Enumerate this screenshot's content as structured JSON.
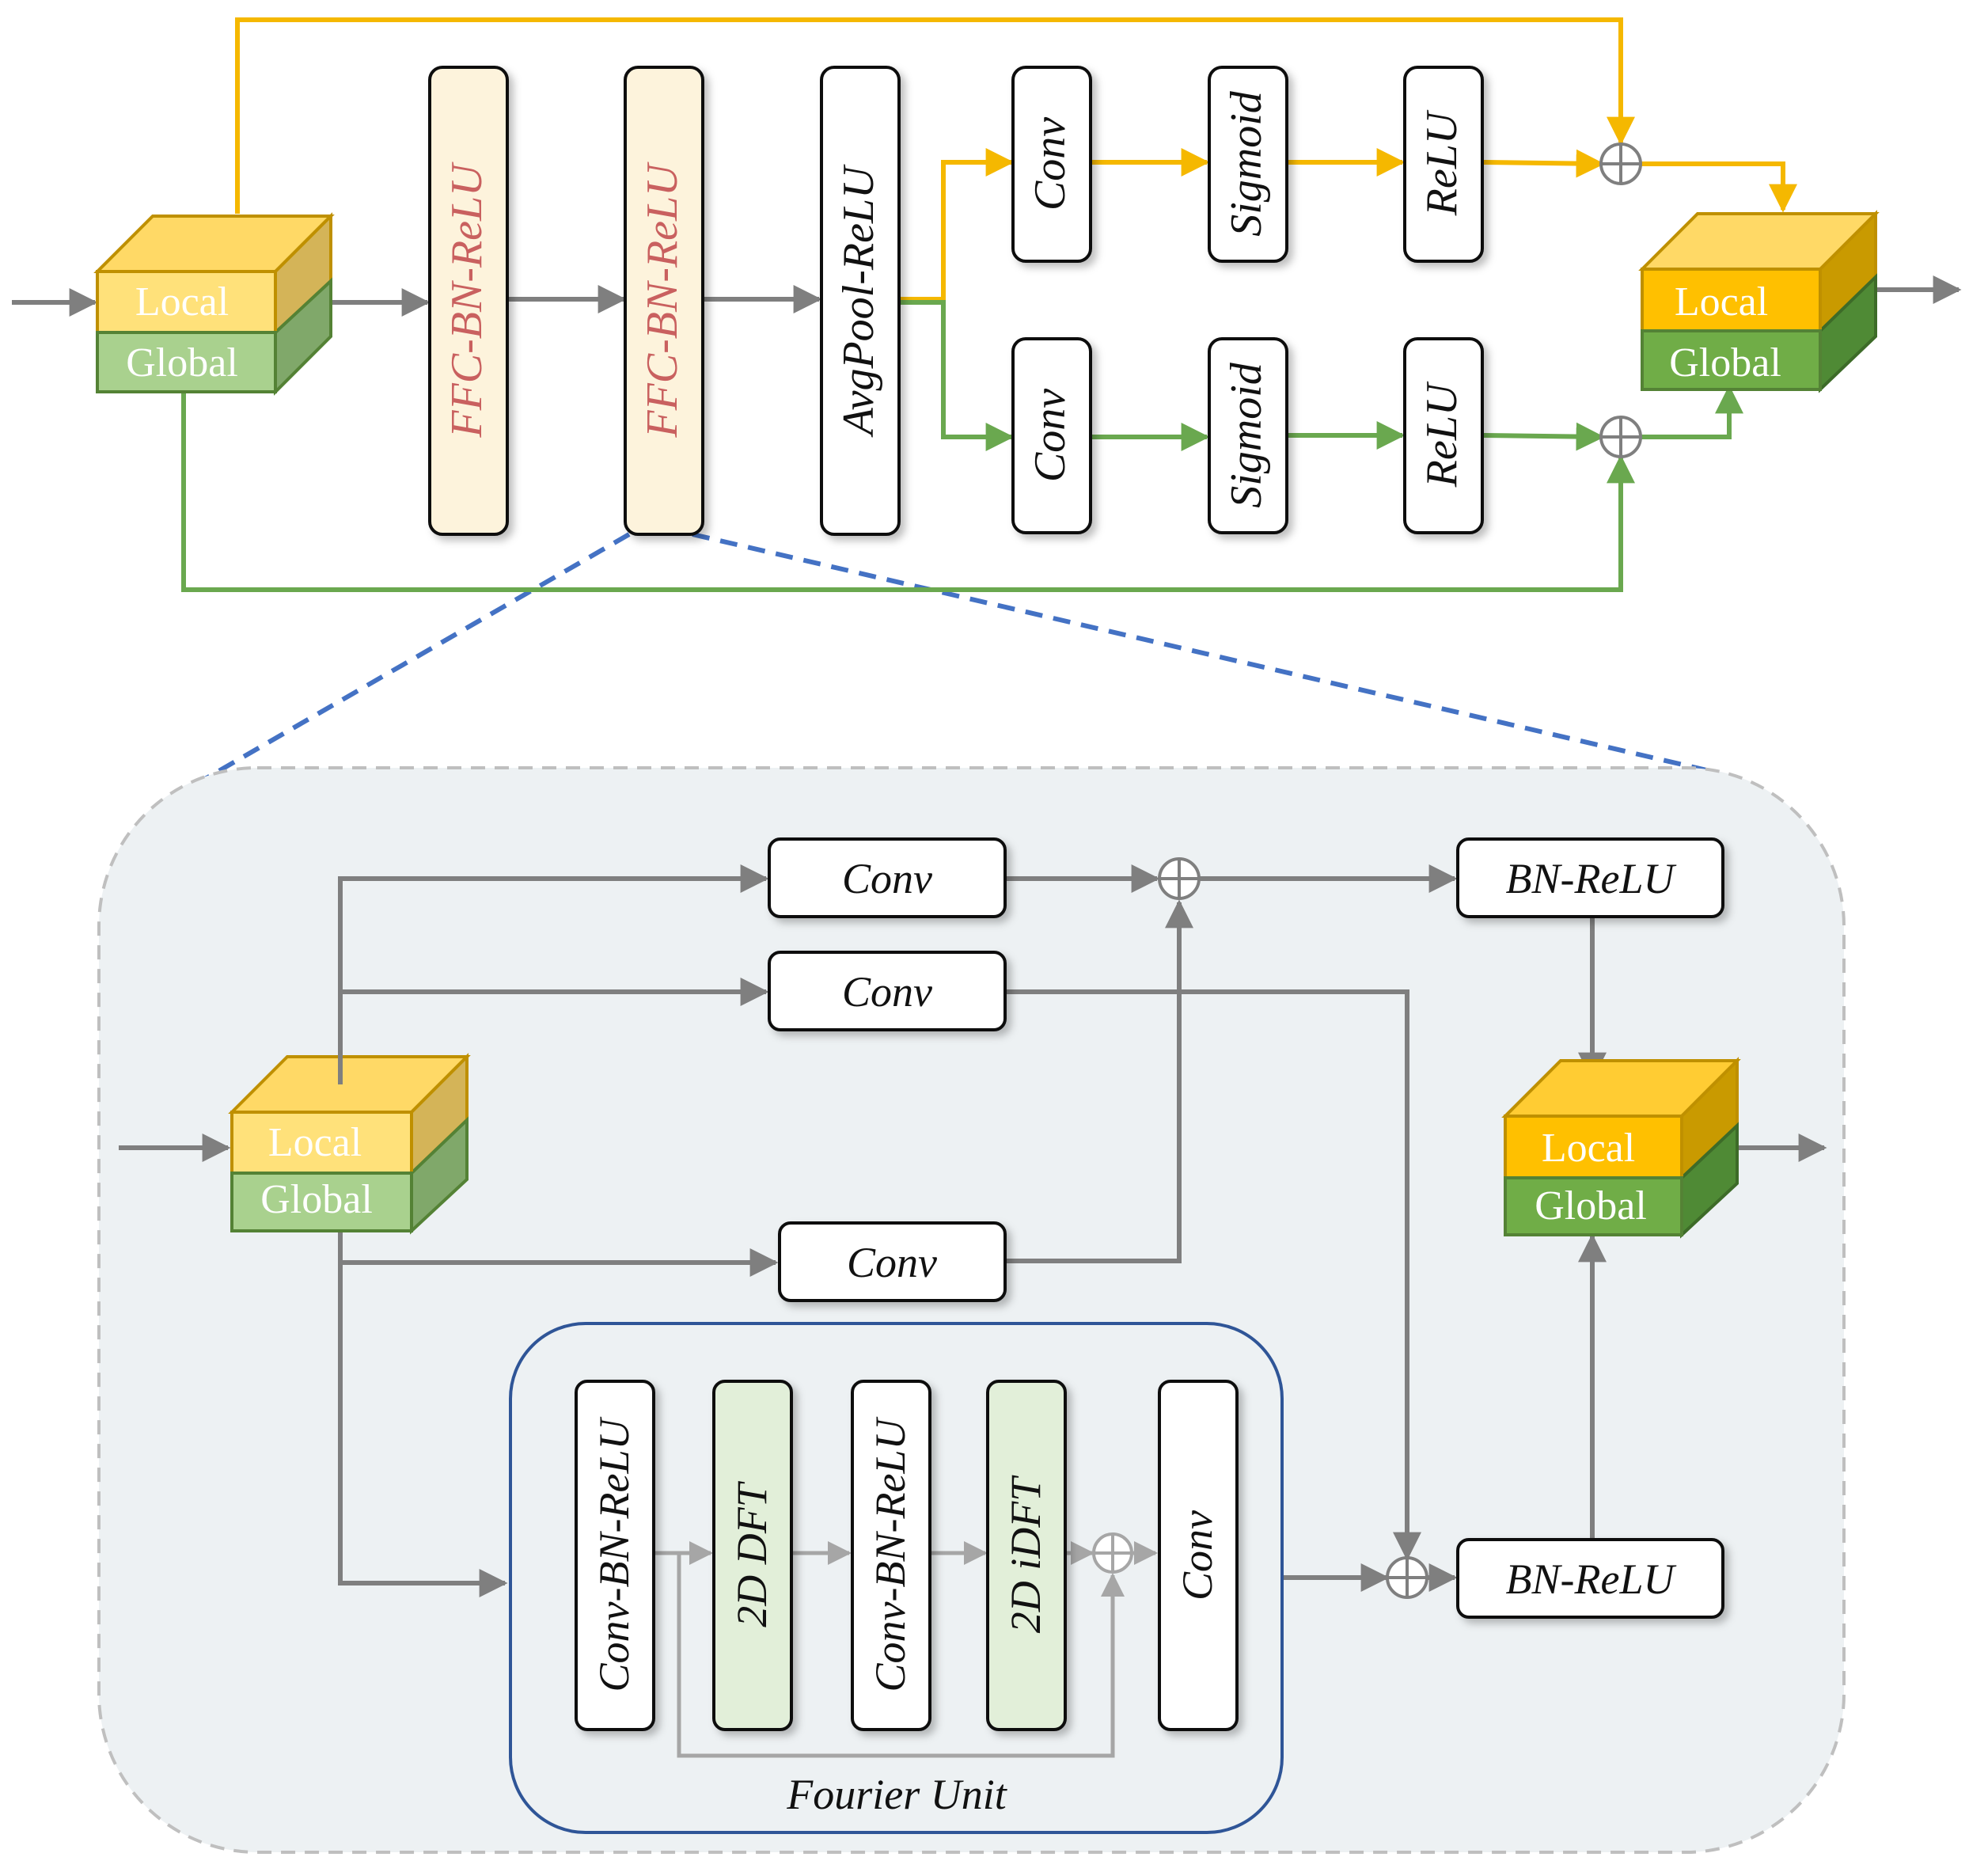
{
  "colors": {
    "yellow_path": "#f5b800",
    "green_path": "#6aa84f",
    "gray_path": "#7f7f7f",
    "light_gray_path": "#a6a6a6",
    "dashed_zoom": "#4472c4",
    "panel_bg": "#edf1f3",
    "fourier_border": "#2f5597",
    "ffc_fill": "#fdf3dc",
    "dft_fill": "#e2efd9",
    "ffc_text": "#c9605f"
  },
  "top": {
    "input_cube": {
      "local": "Local",
      "global": "Global"
    },
    "output_cube": {
      "local": "Local",
      "global": "Global"
    },
    "ffc_block_1": "FFC-BN-ReLU",
    "ffc_block_2": "FFC-BN-ReLU",
    "avgpool_block": "AvgPool-ReLU",
    "local_branch": {
      "conv": "Conv",
      "sigmoid": "Sigmoid",
      "relu": "ReLU"
    },
    "global_branch": {
      "conv": "Conv",
      "sigmoid": "Sigmoid",
      "relu": "ReLU"
    }
  },
  "detail": {
    "input_cube": {
      "local": "Local",
      "global": "Global"
    },
    "output_cube": {
      "local": "Local",
      "global": "Global"
    },
    "conv_local_to_local": "Conv",
    "conv_local_to_global": "Conv",
    "conv_global_to_local": "Conv",
    "bn_relu_top": "BN-ReLU",
    "bn_relu_bottom": "BN-ReLU",
    "fourier_unit": {
      "title": "Fourier Unit",
      "blocks": [
        "Conv-BN-ReLU",
        "2D DFT",
        "Conv-BN-ReLU",
        "2D iDFT",
        "Conv"
      ]
    }
  }
}
